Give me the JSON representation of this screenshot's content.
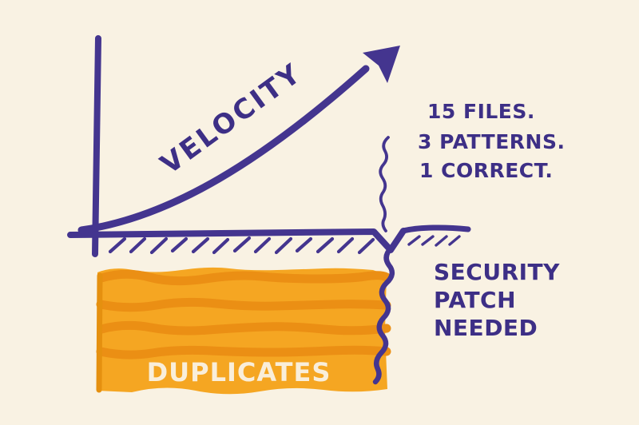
{
  "canvas": {
    "background": "#f9f2e3"
  },
  "colors": {
    "ink": "#44358f",
    "text_ink": "#3d2f86",
    "block": "#f5a622",
    "stripe": "#eb8f14",
    "block_edge": "#e5900f",
    "block_label_color": "#f9eeda"
  },
  "labels": {
    "velocity": "VELOCITY",
    "duplicates": "DUPLICATES"
  },
  "stats": {
    "lines": [
      "15 FILES.",
      "3 PATTERNS.",
      "1 CORRECT."
    ]
  },
  "note": {
    "lines": [
      "SECURITY",
      "PATCH",
      "NEEDED"
    ]
  }
}
